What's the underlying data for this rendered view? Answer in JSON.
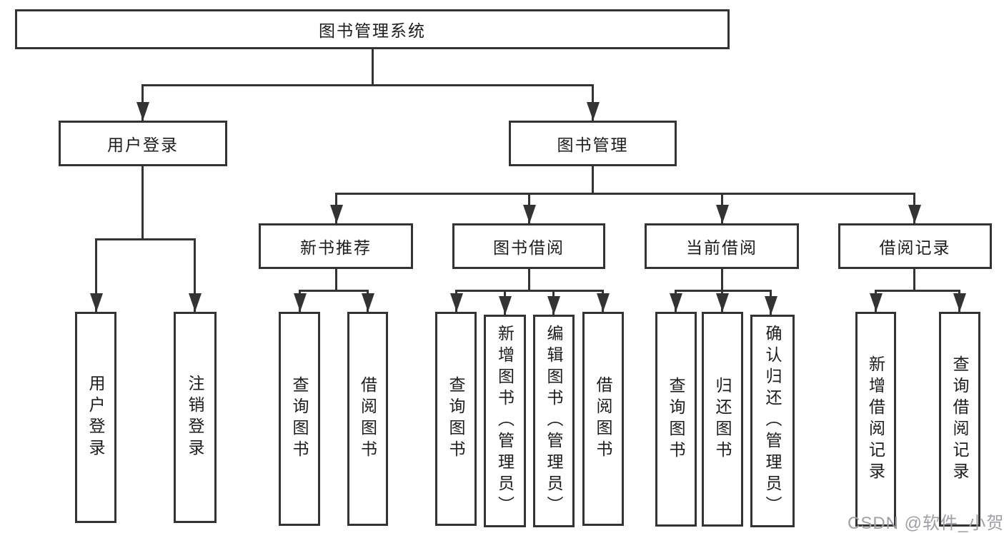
{
  "diagram": {
    "type": "hierarchy-org-chart",
    "root": {
      "label": "图书管理系统",
      "children": [
        {
          "label": "用户登录",
          "children": [
            {
              "label": "用户登录"
            },
            {
              "label": "注销登录"
            }
          ]
        },
        {
          "label": "图书管理",
          "children": [
            {
              "label": "新书推荐",
              "children": [
                {
                  "label": "查询图书"
                },
                {
                  "label": "借阅图书"
                }
              ]
            },
            {
              "label": "图书借阅",
              "children": [
                {
                  "label": "查询图书"
                },
                {
                  "label": "新增图书（管理员）"
                },
                {
                  "label": "编辑图书（管理员）"
                },
                {
                  "label": "借阅图书"
                }
              ]
            },
            {
              "label": "当前借阅",
              "children": [
                {
                  "label": "查询图书"
                },
                {
                  "label": "归还图书"
                },
                {
                  "label": "确认归还（管理员）"
                }
              ]
            },
            {
              "label": "借阅记录",
              "children": [
                {
                  "label": "新增借阅记录"
                },
                {
                  "label": "查询借阅记录"
                }
              ]
            }
          ]
        }
      ]
    }
  },
  "watermark": "CSDN @软件_小贺同学",
  "colors": {
    "line": "#333333",
    "text": "#1c1c1c",
    "watermark": "#9fa0a4",
    "background": "#ffffff"
  }
}
